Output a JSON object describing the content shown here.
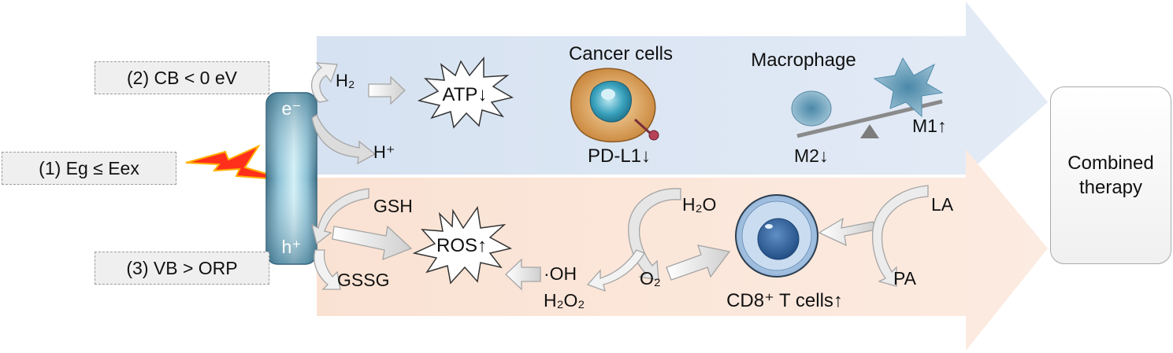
{
  "conditions": {
    "cb": "(2) CB < 0 eV",
    "eg": "(1) Eg ≤ Eex",
    "vb": "(3) VB > ORP"
  },
  "electrode": {
    "electron": "e⁻",
    "hole": "h⁺"
  },
  "top_band": {
    "h2": "H₂",
    "hplus": "H⁺",
    "atp": "ATP↓",
    "cancer_title": "Cancer cells",
    "pdl1": "PD-L1↓",
    "macrophage_title": "Macrophage",
    "m1": "M1↑",
    "m2": "M2↓"
  },
  "bottom_band": {
    "gsh": "GSH",
    "gssg": "GSSG",
    "ros": "ROS↑",
    "oh": "·OH",
    "h2o2": "H₂O₂",
    "h2o": "H₂O",
    "o2": "O₂",
    "cd8": "CD8⁺ T cells↑",
    "la": "LA",
    "pa": "PA"
  },
  "result": {
    "line1": "Combined",
    "line2": "therapy"
  },
  "colors": {
    "top_band": "#dde7f3",
    "bottom_band": "#fbe6da",
    "electrode": "#7fb2c8",
    "lightning": "#ff2a1a",
    "arrow_fill": "#e9e9e9",
    "arrow_stroke": "#9b9b9b"
  }
}
